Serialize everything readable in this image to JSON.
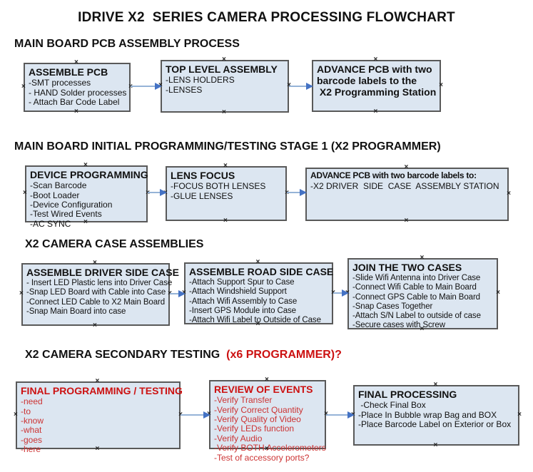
{
  "page_title": "IDRIVE X2  SERIES CAMERA PROCESSING FLOWCHART",
  "anchor_glyph": "×",
  "colors": {
    "box_fill": "#dce6f1",
    "box_border": "#595959",
    "arrow_line": "#95b3d7",
    "arrow_head": "#4472c4",
    "red_title": "#cc1111",
    "red_body": "#cc3333"
  },
  "sections": [
    {
      "heading": "MAIN BOARD PCB ASSEMBLY PROCESS",
      "boxes": [
        {
          "title": "ASSEMBLE PCB",
          "lines": [
            "-SMT processes",
            "- HAND Solder processes",
            "- Attach Bar Code Label"
          ]
        },
        {
          "title": "TOP LEVEL ASSEMBLY",
          "lines": [
            "-LENS HOLDERS",
            "-LENSES"
          ]
        },
        {
          "title": "ADVANCE PCB with two\nbarcode labels to the\n X2 Programming Station",
          "lines": []
        }
      ]
    },
    {
      "heading": "MAIN BOARD INITIAL PROGRAMMING/TESTING STAGE 1 (X2 PROGRAMMER)",
      "boxes": [
        {
          "title": "DEVICE PROGRAMMING",
          "lines": [
            "-Scan Barcode",
            "-Boot Loader",
            "-Device Configuration",
            "-Test Wired Events",
            "-AC SYNC"
          ]
        },
        {
          "title": "LENS FOCUS",
          "lines": [
            "-FOCUS BOTH LENSES",
            "-GLUE LENSES"
          ]
        },
        {
          "title": "ADVANCE PCB with two barcode labels to:",
          "lines": [
            "-X2 DRIVER  SIDE  CASE  ASSEMBLY STATION"
          ]
        }
      ]
    },
    {
      "heading": "X2 CAMERA CASE ASSEMBLIES",
      "boxes": [
        {
          "title": "ASSEMBLE DRIVER SIDE CASE",
          "lines": [
            "- Insert LED Plastic lens into Driver Case",
            "-Snap LED Board with Cable into Case",
            "-Connect LED Cable to X2 Main Board",
            "-Snap Main Board into case"
          ]
        },
        {
          "title": "ASSEMBLE ROAD SIDE CASE",
          "lines": [
            "-Attach Support Spur to Case",
            "-Attach Windshield Support",
            "-Attach Wifi Assembly to Case",
            "-Insert GPS Module into Case",
            "-Attach Wifi Label to Outside of Case"
          ]
        },
        {
          "title": "JOIN THE TWO CASES",
          "lines": [
            "-Slide Wifi Antenna into Driver Case",
            "-Connect Wifi Cable to Main Board",
            "-Connect GPS Cable to Main Board",
            "-Snap Cases Together",
            "-Attach S/N Label to outside of case",
            "-Secure cases with Screw"
          ]
        }
      ]
    },
    {
      "heading": "X2 CAMERA SECONDARY TESTING ",
      "heading_red": " (x6 PROGRAMMER)?",
      "boxes": [
        {
          "title": "FINAL PROGRAMMING / TESTING",
          "lines": [
            "-need",
            "-to",
            "-know",
            "-what",
            "-goes",
            "-here"
          ]
        },
        {
          "title": "REVIEW OF EVENTS",
          "lines": [
            "-Verify Transfer",
            "-Verify Correct Quantity",
            "-Verify Quality of Video",
            "-Verify LEDs function",
            "-Verify Audio",
            "-Verify BOTH Accelerometers",
            "-Test of accessory ports?"
          ]
        },
        {
          "title": "FINAL PROCESSING",
          "lines": [
            " -Check Final Box",
            "-Place In Bubble wrap Bag and BOX",
            "-Place Barcode Label on Exterior or Box"
          ]
        }
      ]
    }
  ]
}
